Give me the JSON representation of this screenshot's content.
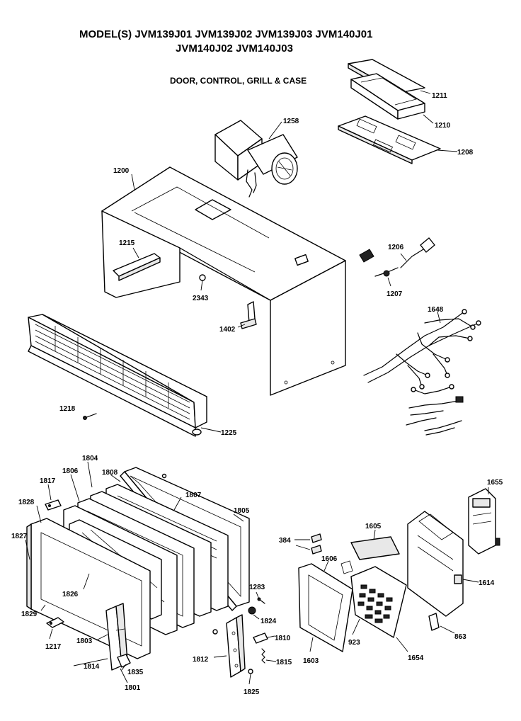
{
  "header": {
    "models_line1": "MODEL(S) JVM139J01  JVM139J02  JVM139J03  JVM140J01",
    "models_line2": "JVM140J02  JVM140J03",
    "section_title": "DOOR, CONTROL, GRILL & CASE"
  },
  "parts": {
    "p1211": "1211",
    "p1210": "1210",
    "p1208": "1208",
    "p1258": "1258",
    "p1200": "1200",
    "p1215": "1215",
    "p2343": "2343",
    "p1402": "1402",
    "p1206": "1206",
    "p1207": "1207",
    "p1648": "1648",
    "p1218": "1218",
    "p1225": "1225",
    "p1804": "1804",
    "p1806": "1806",
    "p1808": "1808",
    "p1817": "1817",
    "p1807": "1807",
    "p1805": "1805",
    "p1828": "1828",
    "p1827": "1827",
    "p1826": "1826",
    "p1829": "1829",
    "p1217": "1217",
    "p1803a": "1803",
    "p1814": "1814",
    "p1835": "1835",
    "p1801": "1801",
    "p1283": "1283",
    "p1824": "1824",
    "p1812": "1812",
    "p1810": "1810",
    "p1815": "1815",
    "p1825": "1825",
    "p384": "384",
    "p1605": "1605",
    "p1606": "1606",
    "p1603b": "1603",
    "p923": "923",
    "p1654": "1654",
    "p1655": "1655",
    "p1614": "1614",
    "p863": "863"
  }
}
